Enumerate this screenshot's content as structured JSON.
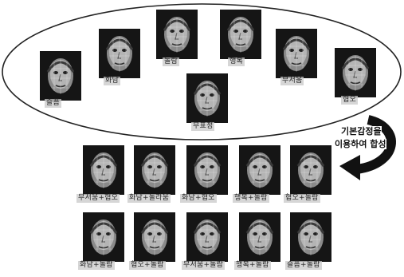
{
  "basic_emotions": [
    {
      "label": "슬픔"
    },
    {
      "label": "화남"
    },
    {
      "label": "놀람"
    },
    {
      "label": "행복"
    },
    {
      "label": "무서움"
    },
    {
      "label": "혐오"
    },
    {
      "label": "무표정"
    }
  ],
  "side_text": {
    "line1": "기본감정을",
    "line2": "이용하여 합성"
  },
  "composite_row1": [
    {
      "label": "무서움+혐오"
    },
    {
      "label": "화남+놀라움"
    },
    {
      "label": "화남+혐오"
    },
    {
      "label": "행복+놀람"
    },
    {
      "label": "혐오+놀람"
    }
  ],
  "composite_row2": [
    {
      "label": "화남+놀람"
    },
    {
      "label": "혐오+놀람"
    },
    {
      "label": "무서움+놀람"
    },
    {
      "label": "행복+놀람"
    },
    {
      "label": "슬픔+놀람"
    }
  ]
}
